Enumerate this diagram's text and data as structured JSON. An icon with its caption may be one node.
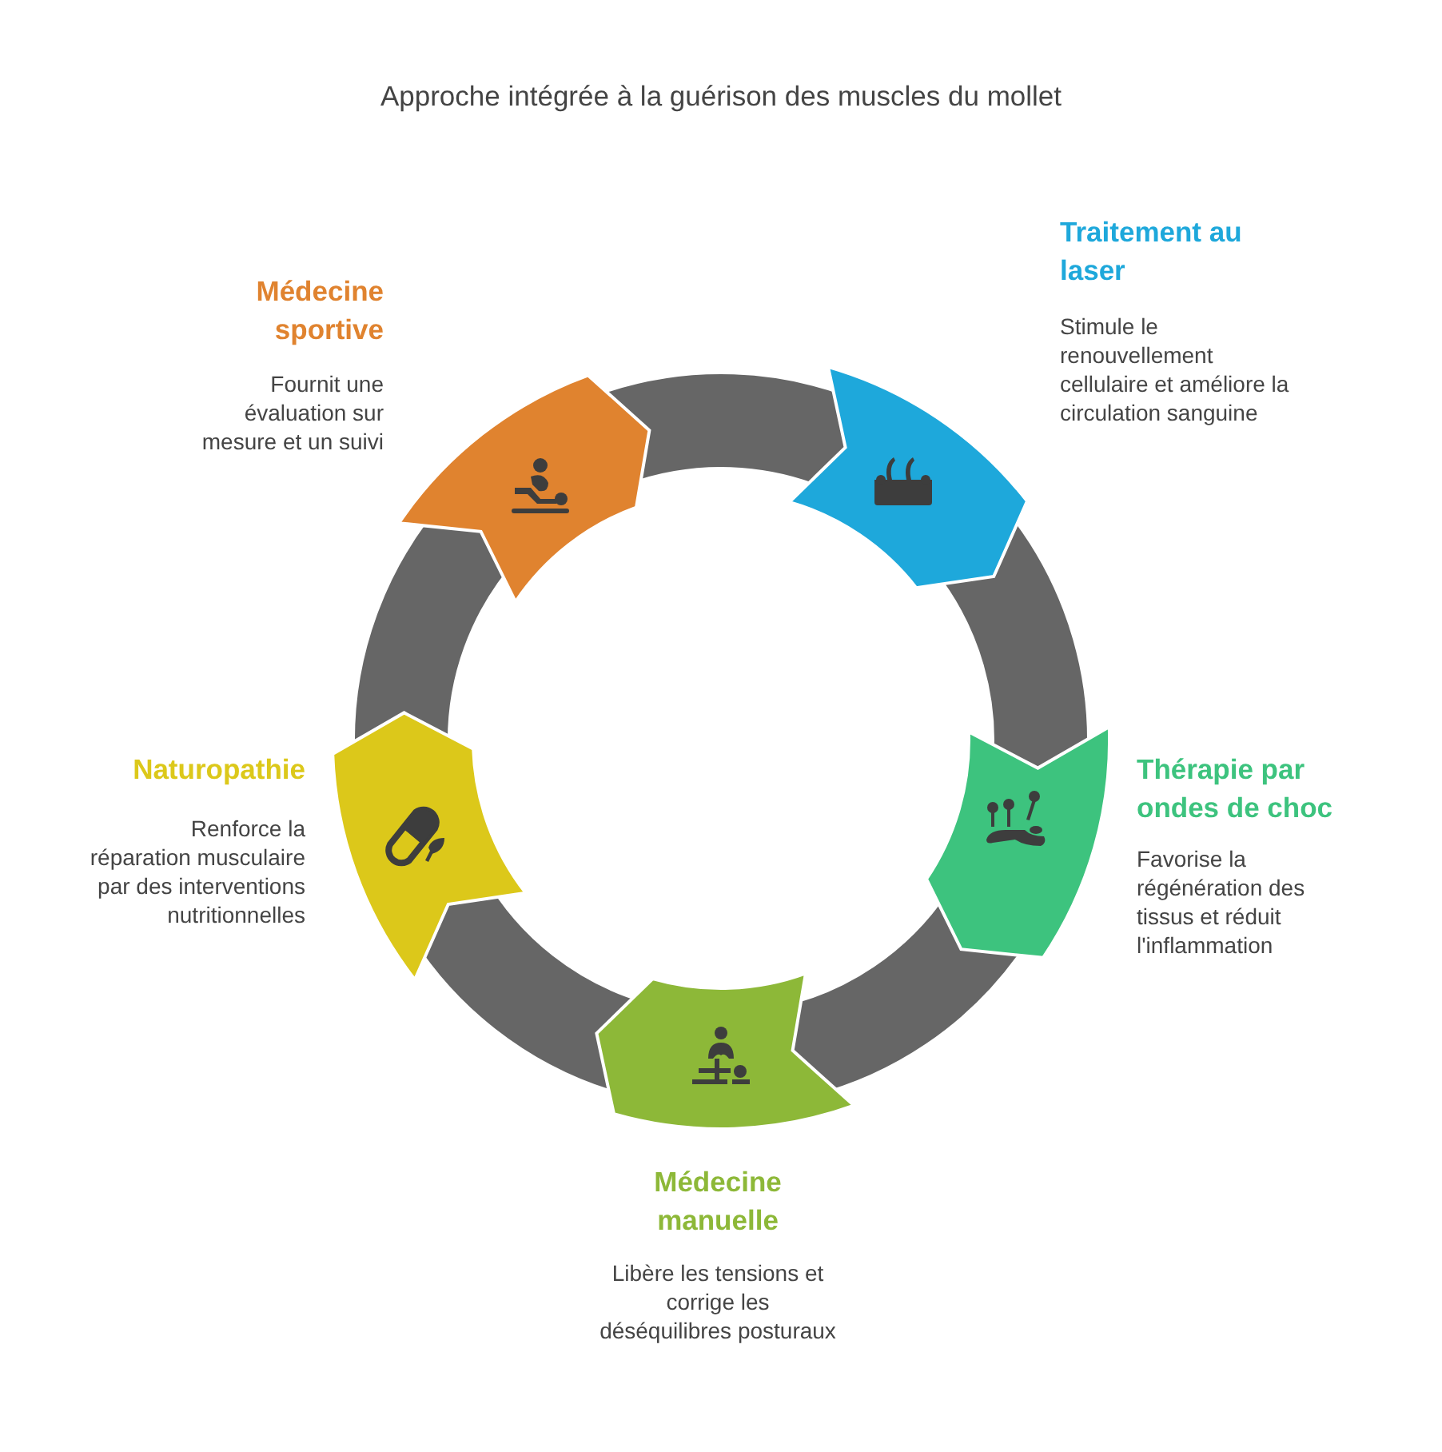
{
  "diagram": {
    "title": "Approche intégrée à la guérison des muscles du mollet",
    "nodes": [
      {
        "text": [
          "Médecine sportive",
          "Fournit une évaluation sur mesure et un suivi"
        ]
      },
      {
        "text": [
          "Traitement au laser",
          "Stimule le renouvellement cellulaire et améliore la circulation sanguine"
        ]
      },
      {
        "text": [
          "Thérapie par ondes de choc",
          "Favorise la régénération des tissus et réduit l'inflammation"
        ]
      },
      {
        "text": [
          "Médecine manuelle",
          "Libère les tensions et corrige les déséquilibres posturaux"
        ]
      },
      {
        "text": [
          "Naturopathie",
          "Renforce la réparation musculaire par des interventions nutritionnelles"
        ]
      }
    ],
    "edges": [
      {
        "from": 0,
        "to": 1,
        "arrow": "none"
      },
      {
        "from": 1,
        "to": 2,
        "arrow": "none"
      },
      {
        "from": 2,
        "to": 3,
        "arrow": "none"
      },
      {
        "from": 3,
        "to": 4,
        "arrow": "none"
      },
      {
        "from": 4,
        "to": 0,
        "arrow": "none"
      }
    ]
  }
}
